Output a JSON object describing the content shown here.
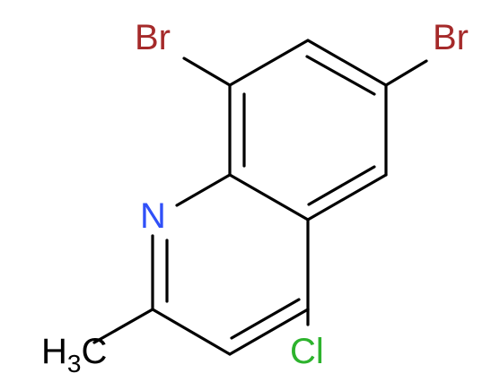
{
  "molecule": {
    "atoms": {
      "br8": {
        "text": "Br",
        "color": "#a52a2a"
      },
      "br6": {
        "text": "Br",
        "color": "#a52a2a"
      },
      "n": {
        "text": "N",
        "color": "#3050f8"
      },
      "cl": {
        "text": "Cl",
        "color": "#2db32d"
      },
      "methyl": {
        "main": "H",
        "sub": "3",
        "tail": "C",
        "color": "#000000"
      }
    },
    "bond_color": "#000000"
  }
}
